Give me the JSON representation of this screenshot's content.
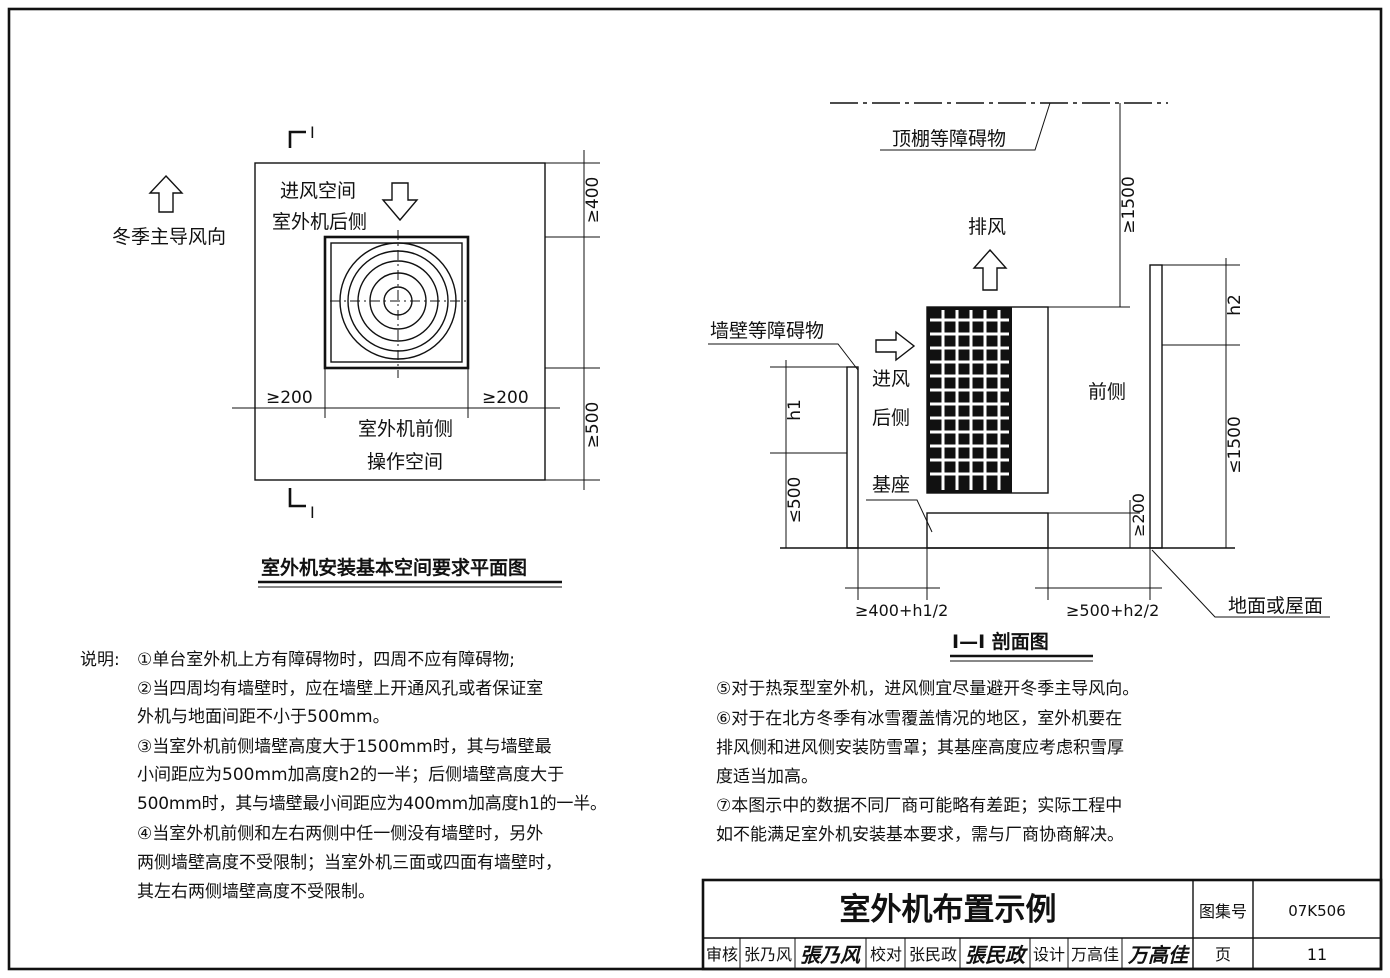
{
  "plan": {
    "section_mark_top": "I",
    "section_mark_bottom": "I",
    "wind_direction": "冬季主导风向",
    "intake_space": "进风空间",
    "unit_rear": "室外机后侧",
    "dim_top": "≥400",
    "dim_left": "≥200",
    "dim_right": "≥200",
    "dim_bottom": "≥500",
    "unit_front": "室外机前侧",
    "operation_space": "操作空间",
    "title": "室外机安装基本空间要求平面图"
  },
  "section": {
    "ceiling": "顶棚等障碍物",
    "dim_top": "≥1500",
    "exhaust": "排风",
    "wall": "墙壁等障碍物",
    "intake": "进风",
    "rear": "后侧",
    "front": "前侧",
    "base": "基座",
    "h1": "h1",
    "h2": "h2",
    "dim_left_height": "≤500",
    "dim_right_height": "≤1500",
    "dim_base": "≥200",
    "dim_left_gap": "≥400+h1/2",
    "dim_right_gap": "≥500+h2/2",
    "ground": "地面或屋面",
    "title": "I—I 剖面图"
  },
  "notes": {
    "label": "说明:",
    "left_lines": [
      "①单台室外机上方有障碍物时，四周不应有障碍物;",
      "②当四周均有墙壁时，应在墙壁上开通风孔或者保证室",
      "外机与地面间距不小于500mm。",
      "③当室外机前侧墙壁高度大于1500mm时，其与墙壁最",
      "小间距应为500mm加高度h2的一半；后侧墙壁高度大于",
      "500mm时，其与墙壁最小间距应为400mm加高度h1的一半。",
      "④当室外机前侧和左右两侧中任一侧没有墙壁时，另外",
      "两侧墙壁高度不受限制；当室外机三面或四面有墙壁时，",
      "其左右两侧墙壁高度不受限制。"
    ],
    "right_lines": [
      "⑤对于热泵型室外机，进风侧宜尽量避开冬季主导风向。",
      "⑥对于在北方冬季有冰雪覆盖情况的地区，室外机要在",
      "排风侧和进风侧安装防雪罩；其基座高度应考虑积雪厚",
      "度适当加高。",
      "⑦本图示中的数据不同厂商可能略有差距；实际工程中",
      "如不能满足室外机安装基本要求，需与厂商协商解决。"
    ]
  },
  "title_block": {
    "title": "室外机布置示例",
    "atlas_label": "图集号",
    "atlas_no": "07K506",
    "page_label": "页",
    "page_no": "11",
    "review_label": "审核",
    "reviewer": "张乃风",
    "reviewer_sig": "張乃风",
    "check_label": "校对",
    "checker": "张民政",
    "checker_sig": "張民政",
    "design_label": "设计",
    "designer": "万高佳",
    "designer_sig": "万高佳"
  }
}
